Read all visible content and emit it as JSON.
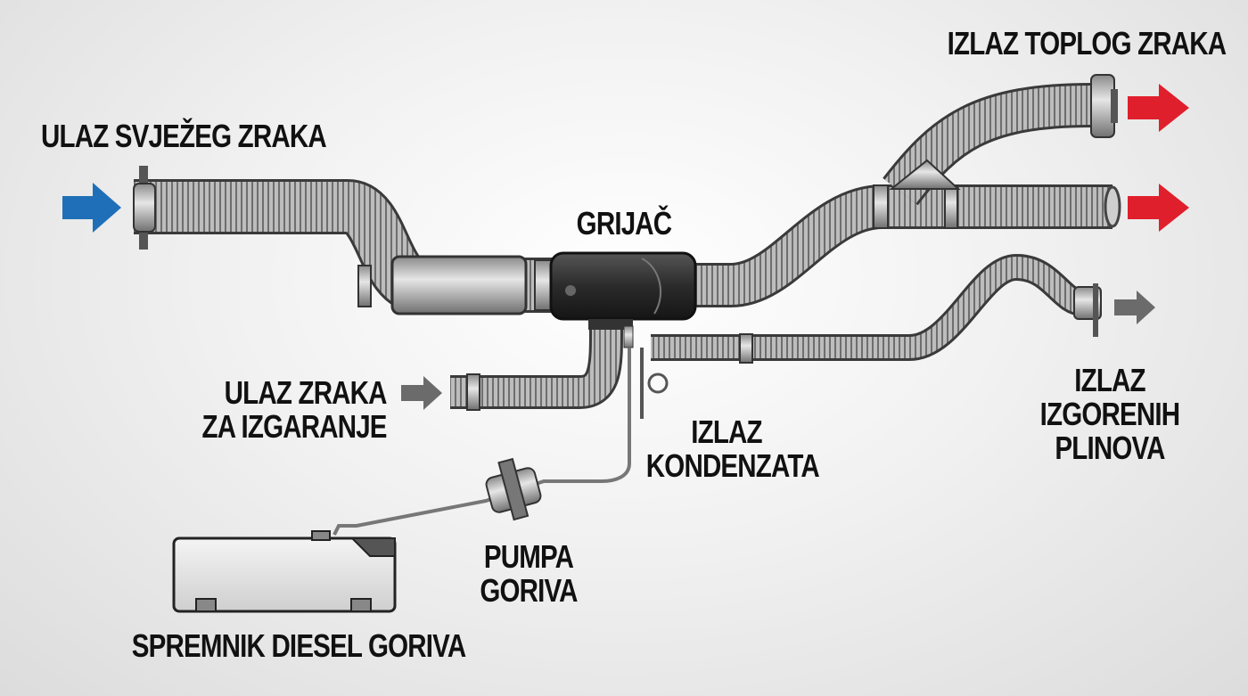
{
  "labels": {
    "fresh_air_inlet": "ULAZ SVJEŽEG ZRAKA",
    "heater": "GRIJAČ",
    "warm_air_outlet": "IZLAZ TOPLOG ZRAKA",
    "combustion_air_inlet": [
      "ULAZ ZRAKA",
      "ZA IZGARANJE"
    ],
    "condensate_outlet": [
      "IZLAZ",
      "KONDENZATA"
    ],
    "exhaust_outlet": [
      "IZLAZ",
      "IZGORENIH",
      "PLINOVA"
    ],
    "fuel_pump": [
      "PUMPA",
      "GORIVA"
    ],
    "fuel_tank": "SPREMNIK DIESEL GORIVA"
  },
  "colors": {
    "fresh_air_arrow": "#1f6fb8",
    "warm_air_arrow": "#e01f2d",
    "exhaust_arrow": "#6b6b6b",
    "hose": "#9a9a9a",
    "heater_body": "#2b2b2b"
  }
}
